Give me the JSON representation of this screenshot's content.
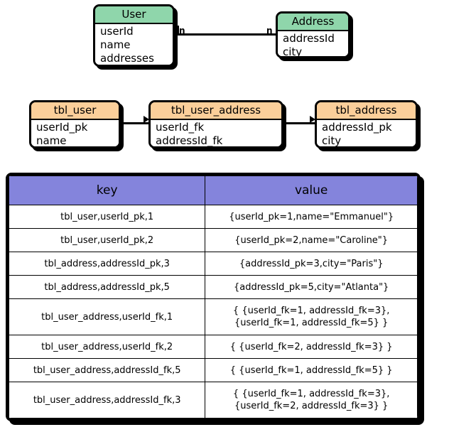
{
  "domain_entities": [
    {
      "name": "User",
      "fields": [
        "userId",
        "name",
        "addresses"
      ],
      "header_color": "#8fd6ab"
    },
    {
      "name": "Address",
      "fields": [
        "addressId",
        "city"
      ],
      "header_color": "#8fd6ab"
    }
  ],
  "domain_relationship": {
    "left_multiplicity": "n",
    "right_multiplicity": "n"
  },
  "physical_tables": [
    {
      "name": "tbl_user",
      "fields": [
        "userId_pk",
        "name"
      ],
      "header_color": "#fbcf9a"
    },
    {
      "name": "tbl_user_address",
      "fields": [
        "userId_fk",
        "addressId_fk"
      ],
      "header_color": "#fbcf9a"
    },
    {
      "name": "tbl_address",
      "fields": [
        "addressId_pk",
        "city"
      ],
      "header_color": "#fbcf9a"
    }
  ],
  "kv_table": {
    "header_color": "#8484dc",
    "columns": [
      "key",
      "value"
    ],
    "rows": [
      {
        "key": "tbl_user,userId_pk,1",
        "value": "{userId_pk=1,name=\"Emmanuel\"}",
        "lines": 1
      },
      {
        "key": "tbl_user,userId_pk,2",
        "value": "{userId_pk=2,name=\"Caroline\"}",
        "lines": 1
      },
      {
        "key": "tbl_address,addressId_pk,3",
        "value": "{addressId_pk=3,city=\"Paris\"}",
        "lines": 1
      },
      {
        "key": "tbl_address,addressId_pk,5",
        "value": "{addressId_pk=5,city=\"Atlanta\"}",
        "lines": 1
      },
      {
        "key": "tbl_user_address,userId_fk,1",
        "value": "{ {userId_fk=1, addressId_fk=3},\n{userId_fk=1, addressId_fk=5} }",
        "lines": 2
      },
      {
        "key": "tbl_user_address,userId_fk,2",
        "value": "{ {userId_fk=2, addressId_fk=3} }",
        "lines": 1
      },
      {
        "key": "tbl_user_address,addressId_fk,5",
        "value": "{ {userId_fk=1, addressId_fk=5} }",
        "lines": 1
      },
      {
        "key": "tbl_user_address,addressId_fk,3",
        "value": "{ {userId_fk=1, addressId_fk=3},\n{userId_fk=2, addressId_fk=3} }",
        "lines": 2
      }
    ]
  }
}
